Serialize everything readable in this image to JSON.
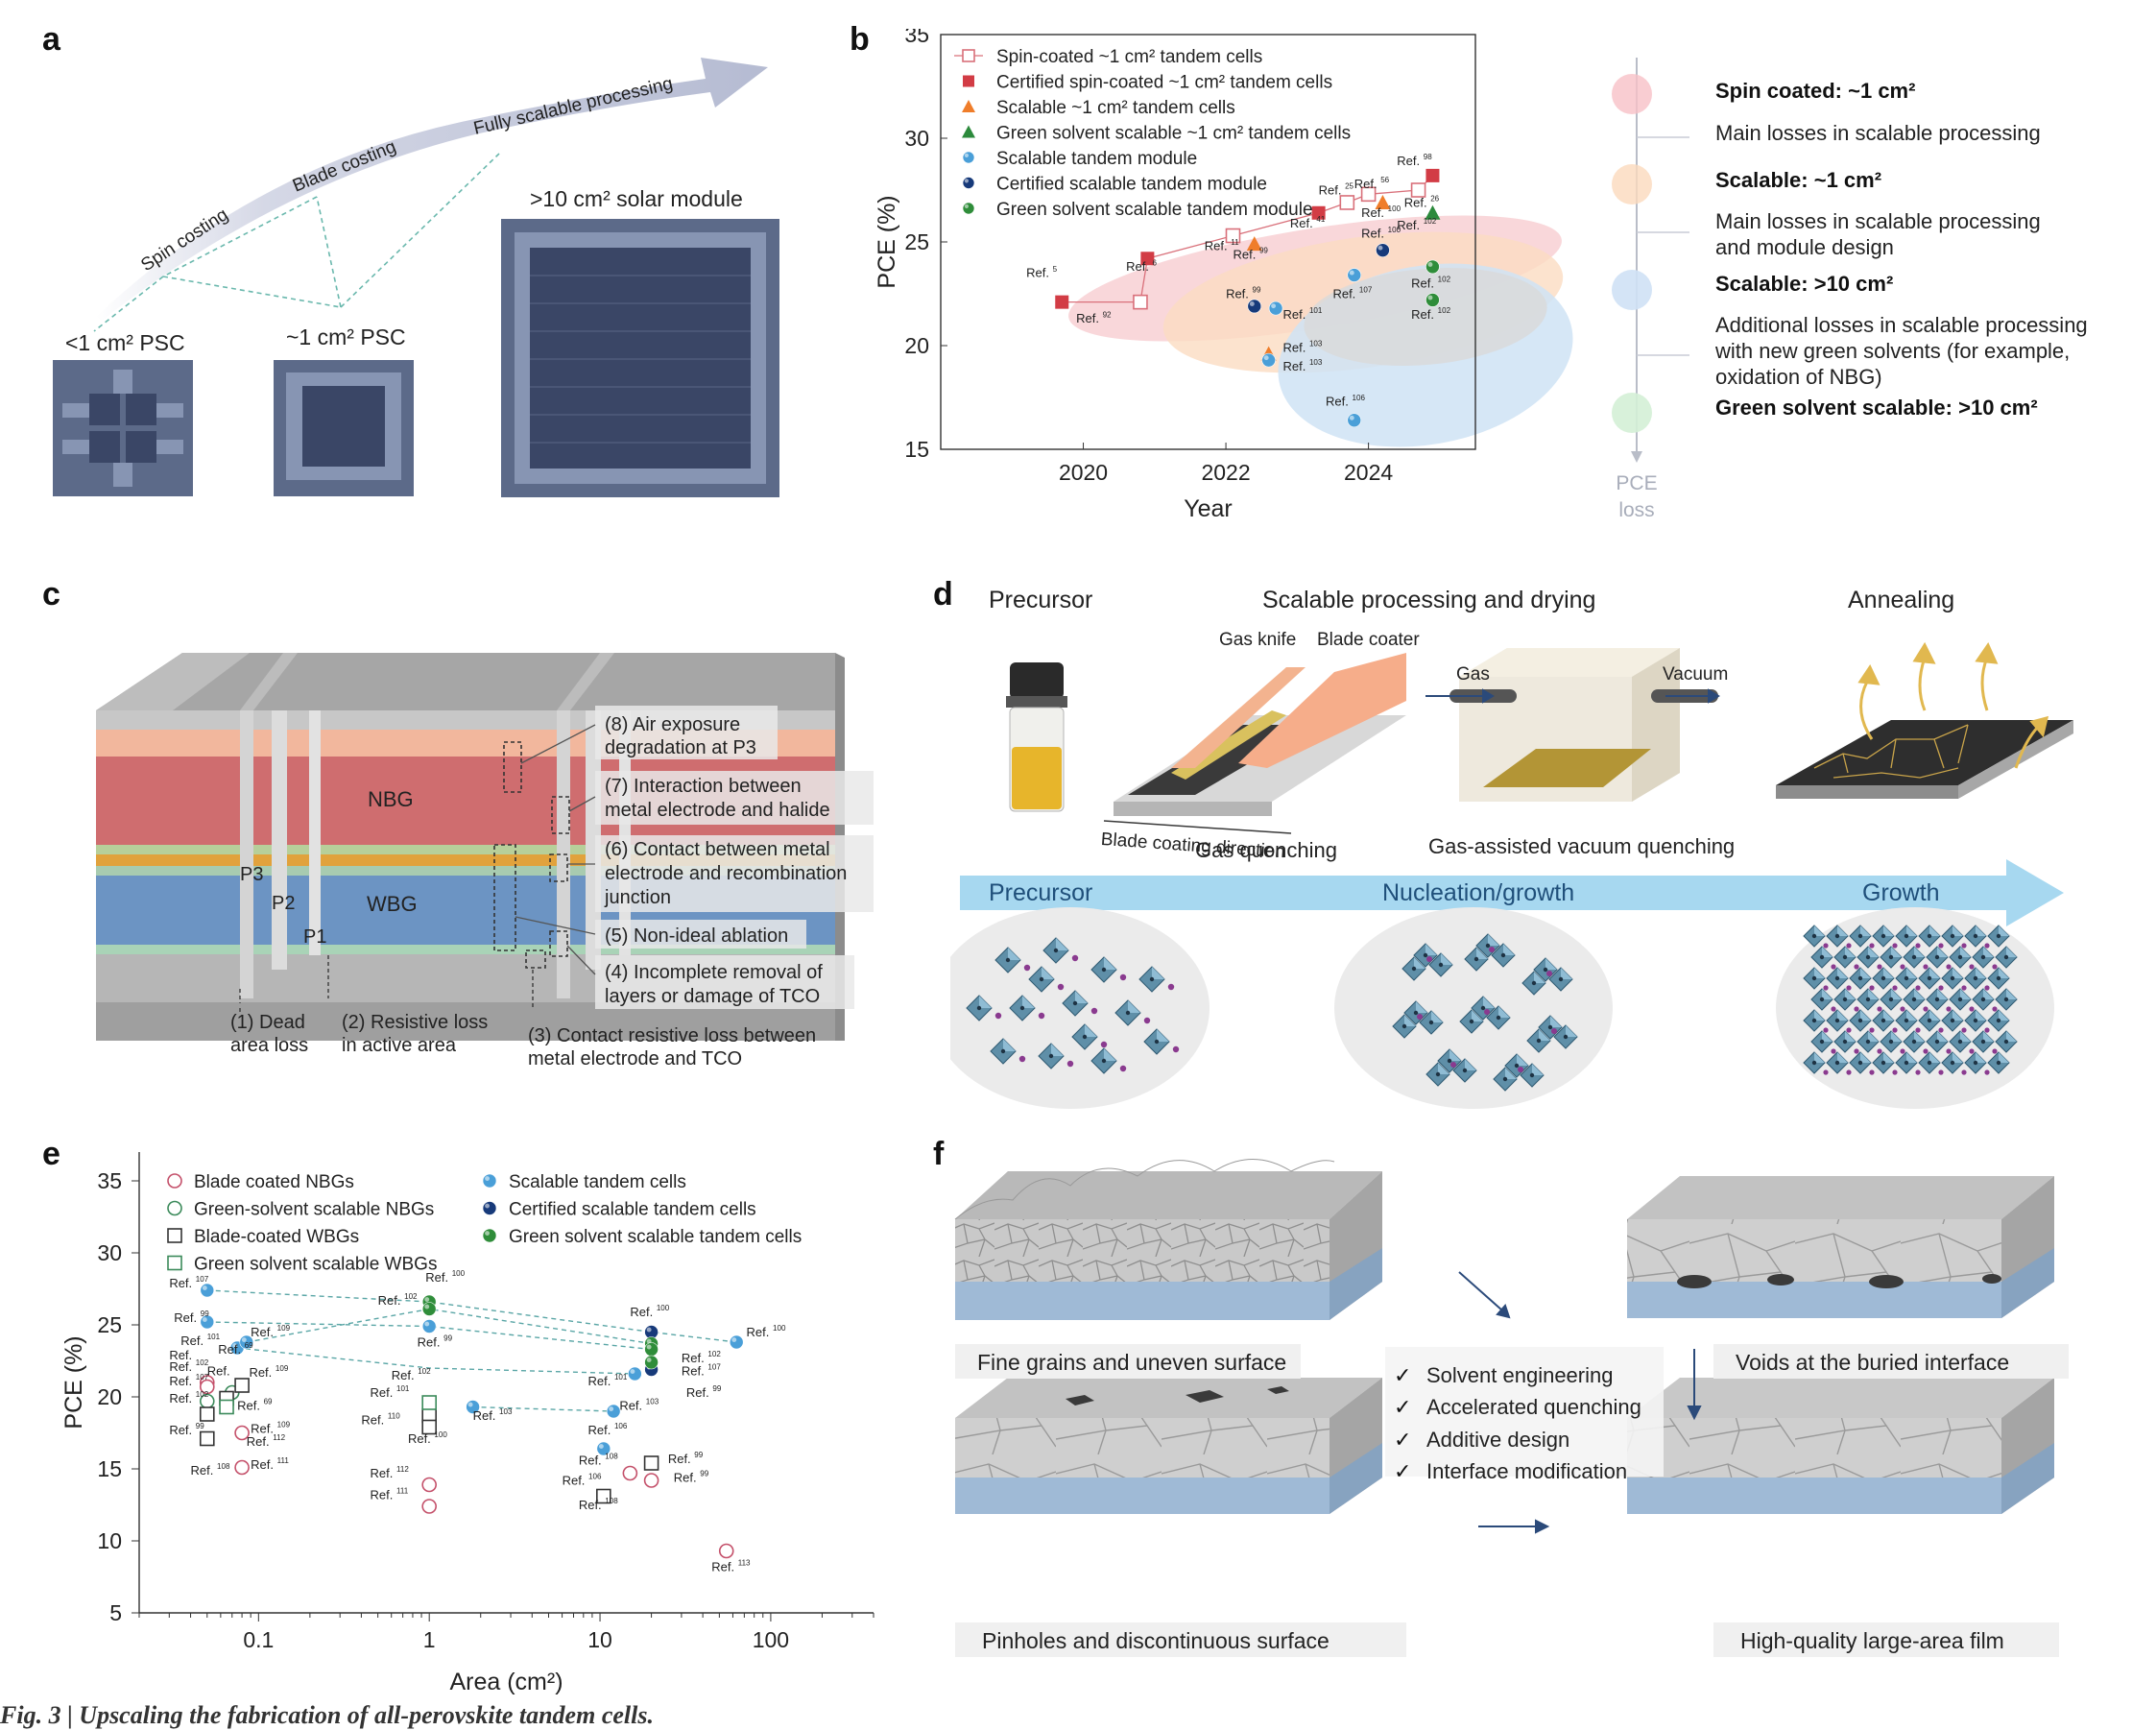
{
  "panel_labels": {
    "a": "a",
    "b": "b",
    "c": "c",
    "d": "d",
    "e": "e",
    "f": "f"
  },
  "panel_a": {
    "arrow_labels": [
      "Spin costing",
      "Blade costing",
      "Fully scalable processing"
    ],
    "device_labels": [
      "<1 cm² PSC",
      "~1 cm² PSC",
      ">10 cm² solar module"
    ]
  },
  "panel_b": {
    "side_items": [
      {
        "title": "Spin coated: ~1 cm²",
        "desc": [
          "Main losses in scalable processing"
        ],
        "color": "#f3b8bf"
      },
      {
        "title": "Scalable: ~1 cm²",
        "desc": [
          "Main losses in scalable processing",
          "and module design"
        ],
        "color": "#f8d6b5"
      },
      {
        "title": "Scalable: >10 cm²",
        "desc": [
          "Additional losses in scalable processing",
          "with new green solvents (for example,",
          "oxidation of NBG)"
        ],
        "color": "#c8ddf3"
      },
      {
        "title": "Green solvent scalable: >10 cm²",
        "desc": [],
        "color": "#cdebd0"
      }
    ],
    "pce_loss_label": [
      "PCE",
      "loss"
    ]
  },
  "chart_data": [
    {
      "type": "scatter",
      "panel": "b",
      "xlabel": "Year",
      "ylabel": "PCE (%)",
      "xlim": [
        2018,
        2025.5
      ],
      "ylim": [
        15,
        35
      ],
      "xticks": [
        2020,
        2022,
        2024
      ],
      "yticks": [
        15,
        20,
        25,
        30,
        35
      ],
      "legend": [
        {
          "label": "Spin-coated ~1 cm² tandem cells",
          "marker": "open-square",
          "color": "#d9707a"
        },
        {
          "label": "Certified spin-coated ~1 cm² tandem cells",
          "marker": "square",
          "color": "#d23c45"
        },
        {
          "label": "Scalable ~1 cm² tandem cells",
          "marker": "triangle",
          "color": "#ef7d2a"
        },
        {
          "label": "Green solvent scalable ~1 cm² tandem cells",
          "marker": "triangle",
          "color": "#2c8a3c"
        },
        {
          "label": "Scalable tandem module",
          "marker": "sphere",
          "color": "#4a9fd8"
        },
        {
          "label": "Certified scalable tandem module",
          "marker": "sphere",
          "color": "#173a7a"
        },
        {
          "label": "Green solvent scalable tandem module",
          "marker": "sphere",
          "color": "#2f8d3a"
        }
      ],
      "series": [
        {
          "name": "Spin-coated ~1 cm² tandem cells",
          "points": [
            [
              2020.8,
              22.1
            ],
            [
              2022.1,
              25.3
            ],
            [
              2023.7,
              26.9
            ],
            [
              2024.0,
              27.3
            ],
            [
              2024.7,
              27.5
            ]
          ]
        },
        {
          "name": "Certified spin-coated ~1 cm² tandem cells",
          "points": [
            [
              2019.7,
              22.1
            ],
            [
              2020.9,
              24.2
            ],
            [
              2023.3,
              26.4
            ],
            [
              2024.9,
              28.2
            ]
          ]
        },
        {
          "name": "Scalable ~1 cm² tandem cells",
          "points": [
            [
              2022.4,
              24.9
            ],
            [
              2022.6,
              19.6
            ],
            [
              2024.2,
              26.9
            ]
          ]
        },
        {
          "name": "Green solvent scalable ~1 cm² tandem cells",
          "points": [
            [
              2024.9,
              26.4
            ]
          ]
        },
        {
          "name": "Scalable tandem module",
          "points": [
            [
              2022.7,
              21.8
            ],
            [
              2022.6,
              19.3
            ],
            [
              2023.8,
              23.4
            ],
            [
              2023.8,
              16.4
            ]
          ]
        },
        {
          "name": "Certified scalable tandem module",
          "points": [
            [
              2022.4,
              21.9
            ],
            [
              2024.2,
              24.6
            ]
          ]
        },
        {
          "name": "Green solvent scalable tandem module",
          "points": [
            [
              2024.9,
              23.8
            ],
            [
              2024.9,
              22.2
            ]
          ]
        }
      ],
      "annotations": [
        {
          "text": "Ref.",
          "sup": "5",
          "x": 2019.2,
          "y": 23.3
        },
        {
          "text": "Ref.",
          "sup": "92",
          "x": 2019.9,
          "y": 21.1
        },
        {
          "text": "Ref.",
          "sup": "6",
          "x": 2020.6,
          "y": 23.6
        },
        {
          "text": "Ref.",
          "sup": "11",
          "x": 2021.7,
          "y": 24.6
        },
        {
          "text": "Ref.",
          "sup": "99",
          "x": 2022.1,
          "y": 24.2
        },
        {
          "text": "Ref.",
          "sup": "25",
          "x": 2023.3,
          "y": 27.3
        },
        {
          "text": "Ref.",
          "sup": "56",
          "x": 2023.8,
          "y": 27.6
        },
        {
          "text": "Ref.",
          "sup": "41",
          "x": 2022.9,
          "y": 25.7
        },
        {
          "text": "Ref.",
          "sup": "100",
          "x": 2023.9,
          "y": 26.2
        },
        {
          "text": "Ref.",
          "sup": "100",
          "x": 2023.9,
          "y": 25.2
        },
        {
          "text": "Ref.",
          "sup": "98",
          "x": 2024.4,
          "y": 28.7
        },
        {
          "text": "Ref.",
          "sup": "26",
          "x": 2024.5,
          "y": 26.7
        },
        {
          "text": "Ref.",
          "sup": "102",
          "x": 2024.4,
          "y": 25.6
        },
        {
          "text": "Ref.",
          "sup": "99",
          "x": 2022.0,
          "y": 22.3
        },
        {
          "text": "Ref.",
          "sup": "101",
          "x": 2022.8,
          "y": 21.3
        },
        {
          "text": "Ref.",
          "sup": "107",
          "x": 2023.5,
          "y": 22.3
        },
        {
          "text": "Ref.",
          "sup": "102",
          "x": 2024.6,
          "y": 22.8
        },
        {
          "text": "Ref.",
          "sup": "102",
          "x": 2024.6,
          "y": 21.3
        },
        {
          "text": "Ref.",
          "sup": "103",
          "x": 2022.8,
          "y": 19.7
        },
        {
          "text": "Ref.",
          "sup": "103",
          "x": 2022.8,
          "y": 18.8
        },
        {
          "text": "Ref.",
          "sup": "106",
          "x": 2023.4,
          "y": 17.1
        }
      ]
    },
    {
      "type": "scatter",
      "panel": "e",
      "xlabel": "Area (cm²)",
      "ylabel": "PCE (%)",
      "xscale": "log",
      "xlim": [
        0.02,
        400
      ],
      "ylim": [
        5,
        37
      ],
      "xticks": [
        0.1,
        1,
        10,
        100
      ],
      "xtick_labels": [
        "0.1",
        "1",
        "10",
        "100"
      ],
      "yticks": [
        5,
        10,
        15,
        20,
        25,
        30,
        35
      ],
      "legend": [
        {
          "label": "Blade coated NBGs",
          "marker": "open-circle",
          "color": "#c4506a"
        },
        {
          "label": "Green-solvent scalable NBGs",
          "marker": "open-circle",
          "color": "#3b8a5a"
        },
        {
          "label": "Blade-coated WBGs",
          "marker": "open-square",
          "color": "#333333"
        },
        {
          "label": "Green solvent scalable WBGs",
          "marker": "open-square",
          "color": "#3b8a5a"
        },
        {
          "label": "Scalable tandem cells",
          "marker": "sphere",
          "color": "#4a9fd8"
        },
        {
          "label": "Certified scalable tandem cells",
          "marker": "sphere",
          "color": "#173a7a"
        },
        {
          "label": "Green solvent scalable tandem cells",
          "marker": "sphere",
          "color": "#2f8d3a"
        }
      ],
      "series": [
        {
          "name": "Blade coated NBGs",
          "points": [
            [
              0.05,
              21.0
            ],
            [
              0.05,
              20.7
            ],
            [
              0.08,
              17.5
            ],
            [
              0.08,
              15.1
            ],
            [
              1.0,
              13.9
            ],
            [
              1.0,
              12.4
            ],
            [
              15,
              14.7
            ],
            [
              20,
              14.2
            ],
            [
              55,
              9.3
            ]
          ]
        },
        {
          "name": "Green-solvent scalable NBGs",
          "points": [
            [
              0.05,
              19.7
            ],
            [
              0.07,
              20.3
            ]
          ]
        },
        {
          "name": "Blade-coated WBGs",
          "points": [
            [
              0.05,
              18.8
            ],
            [
              0.05,
              17.1
            ],
            [
              0.065,
              19.9
            ],
            [
              0.08,
              20.8
            ],
            [
              1.0,
              18.7
            ],
            [
              1.0,
              17.9
            ],
            [
              10.5,
              13.1
            ],
            [
              20,
              15.4
            ]
          ]
        },
        {
          "name": "Green solvent scalable WBGs",
          "points": [
            [
              0.065,
              19.3
            ],
            [
              1.0,
              19.6
            ]
          ]
        },
        {
          "name": "Scalable tandem cells",
          "points": [
            [
              0.05,
              27.4
            ],
            [
              0.05,
              25.2
            ],
            [
              0.075,
              23.4
            ],
            [
              0.085,
              23.8
            ],
            [
              1.0,
              24.9
            ],
            [
              1.8,
              19.3
            ],
            [
              10.5,
              16.4
            ],
            [
              12,
              19.0
            ],
            [
              16,
              21.6
            ],
            [
              63,
              23.8
            ]
          ]
        },
        {
          "name": "Certified scalable tandem cells",
          "points": [
            [
              20,
              24.5
            ],
            [
              20,
              21.9
            ]
          ]
        },
        {
          "name": "Green solvent scalable tandem cells",
          "points": [
            [
              1.0,
              26.6
            ],
            [
              1.0,
              26.1
            ],
            [
              20,
              23.7
            ],
            [
              20,
              23.3
            ],
            [
              20,
              22.4
            ]
          ]
        }
      ],
      "dashed_links": [
        [
          [
            0.05,
            27.4
          ],
          [
            1.0,
            26.6
          ],
          [
            20,
            24.5
          ],
          [
            63,
            23.8
          ]
        ],
        [
          [
            0.05,
            25.2
          ],
          [
            1.0,
            24.9
          ],
          [
            20,
            23.3
          ]
        ],
        [
          [
            0.085,
            23.8
          ],
          [
            1.0,
            26.1
          ],
          [
            20,
            23.7
          ]
        ],
        [
          [
            0.075,
            23.4
          ],
          [
            1.0,
            22.0
          ],
          [
            16,
            21.6
          ]
        ],
        [
          [
            1.8,
            19.3
          ],
          [
            12,
            19.0
          ]
        ]
      ],
      "annotations": [
        {
          "text": "Ref.",
          "sup": "107",
          "x": 0.03,
          "y": 27.6
        },
        {
          "text": "Ref.",
          "sup": "99",
          "x": 0.032,
          "y": 25.2
        },
        {
          "text": "Ref.",
          "sup": "101",
          "x": 0.035,
          "y": 23.6
        },
        {
          "text": "Ref.",
          "sup": "109",
          "x": 0.09,
          "y": 24.2
        },
        {
          "text": "Ref.",
          "sup": "69",
          "x": 0.058,
          "y": 23.0
        },
        {
          "text": "Ref.",
          "sup": "",
          "x": 0.03,
          "y": 22.6
        },
        {
          "text": "Ref.",
          "sup": "102",
          "x": 0.03,
          "y": 21.8
        },
        {
          "text": "Ref.",
          "sup": "",
          "x": 0.05,
          "y": 21.5
        },
        {
          "text": "Ref.",
          "sup": "109",
          "x": 0.088,
          "y": 21.4
        },
        {
          "text": "Ref.",
          "sup": "107",
          "x": 0.03,
          "y": 20.8
        },
        {
          "text": "Ref.",
          "sup": "102",
          "x": 0.03,
          "y": 19.6
        },
        {
          "text": "Ref.",
          "sup": "69",
          "x": 0.075,
          "y": 19.1
        },
        {
          "text": "Ref.",
          "sup": "99",
          "x": 0.03,
          "y": 17.4
        },
        {
          "text": "Ref.",
          "sup": "109",
          "x": 0.09,
          "y": 17.5
        },
        {
          "text": "Ref.",
          "sup": "112",
          "x": 0.085,
          "y": 16.6
        },
        {
          "text": "Ref.",
          "sup": "111",
          "x": 0.09,
          "y": 15.0
        },
        {
          "text": "Ref.",
          "sup": "108",
          "x": 0.04,
          "y": 14.6
        },
        {
          "text": "Ref.",
          "sup": "100",
          "x": 0.95,
          "y": 28.0
        },
        {
          "text": "Ref.",
          "sup": "102",
          "x": 0.5,
          "y": 26.4
        },
        {
          "text": "Ref.",
          "sup": "99",
          "x": 0.85,
          "y": 23.5
        },
        {
          "text": "Ref.",
          "sup": "102",
          "x": 0.6,
          "y": 21.2
        },
        {
          "text": "Ref.",
          "sup": "101",
          "x": 0.45,
          "y": 20.0
        },
        {
          "text": "Ref.",
          "sup": "110",
          "x": 0.4,
          "y": 18.1
        },
        {
          "text": "Ref.",
          "sup": "100",
          "x": 0.75,
          "y": 16.8
        },
        {
          "text": "Ref.",
          "sup": "103",
          "x": 1.8,
          "y": 18.4
        },
        {
          "text": "Ref.",
          "sup": "112",
          "x": 0.45,
          "y": 14.4
        },
        {
          "text": "Ref.",
          "sup": "111",
          "x": 0.45,
          "y": 12.9
        },
        {
          "text": "Ref.",
          "sup": "101",
          "x": 8.5,
          "y": 20.8
        },
        {
          "text": "Ref.",
          "sup": "103",
          "x": 13,
          "y": 19.1
        },
        {
          "text": "Ref.",
          "sup": "106",
          "x": 8.5,
          "y": 17.4
        },
        {
          "text": "Ref.",
          "sup": "108",
          "x": 7.5,
          "y": 15.3
        },
        {
          "text": "Ref.",
          "sup": "106",
          "x": 6,
          "y": 13.9
        },
        {
          "text": "Ref.",
          "sup": "108",
          "x": 7.5,
          "y": 12.2
        },
        {
          "text": "Ref.",
          "sup": "100",
          "x": 15,
          "y": 25.6
        },
        {
          "text": "Ref.",
          "sup": "102",
          "x": 30,
          "y": 22.4
        },
        {
          "text": "Ref.",
          "sup": "107",
          "x": 30,
          "y": 21.5
        },
        {
          "text": "Ref.",
          "sup": "99",
          "x": 32,
          "y": 20.0
        },
        {
          "text": "Ref.",
          "sup": "100",
          "x": 72,
          "y": 24.2
        },
        {
          "text": "Ref.",
          "sup": "99",
          "x": 25,
          "y": 15.4
        },
        {
          "text": "Ref.",
          "sup": "99",
          "x": 27,
          "y": 14.1
        },
        {
          "text": "Ref.",
          "sup": "113",
          "x": 45,
          "y": 7.9
        }
      ]
    }
  ],
  "panel_c": {
    "layer_labels": [
      "NBG",
      "WBG",
      "P3",
      "P2",
      "P1"
    ],
    "losses": [
      [
        "(8) Air exposure",
        "degradation at P3"
      ],
      [
        "(7) Interaction between",
        "metal electrode and halide"
      ],
      [
        "(6) Contact between metal",
        "electrode and recombination",
        "junction"
      ],
      [
        "(5) Non-ideal ablation"
      ],
      [
        "(4) Incomplete removal of",
        "layers or damage of TCO"
      ]
    ],
    "bottom_notes": [
      [
        "(1) Dead",
        "area loss"
      ],
      [
        "(2) Resistive loss",
        "in active area"
      ],
      [
        "(3) Contact resistive loss between",
        "metal electrode and TCO"
      ]
    ]
  },
  "panel_d": {
    "stage_titles": [
      "Precursor",
      "Scalable processing and drying",
      "Annealing"
    ],
    "tool_labels": [
      "Gas knife",
      "Blade coater",
      "Blade coating direction",
      "Gas quenching",
      "Gas",
      "Vacuum",
      "Gas-assisted vacuum quenching"
    ],
    "band_labels": [
      "Precursor",
      "Nucleation/growth",
      "Growth"
    ]
  },
  "panel_f": {
    "captions": [
      "Fine grains and uneven surface",
      "Voids at the buried interface",
      "Pinholes and discontinuous surface",
      "High-quality large-area film"
    ],
    "strategies": [
      "Solvent engineering",
      "Accelerated quenching",
      "Additive design",
      "Interface modification"
    ],
    "check_mark": "✓"
  },
  "caption_text": "Fig. 3 | Upscaling the fabrication of all-perovskite tandem cells."
}
